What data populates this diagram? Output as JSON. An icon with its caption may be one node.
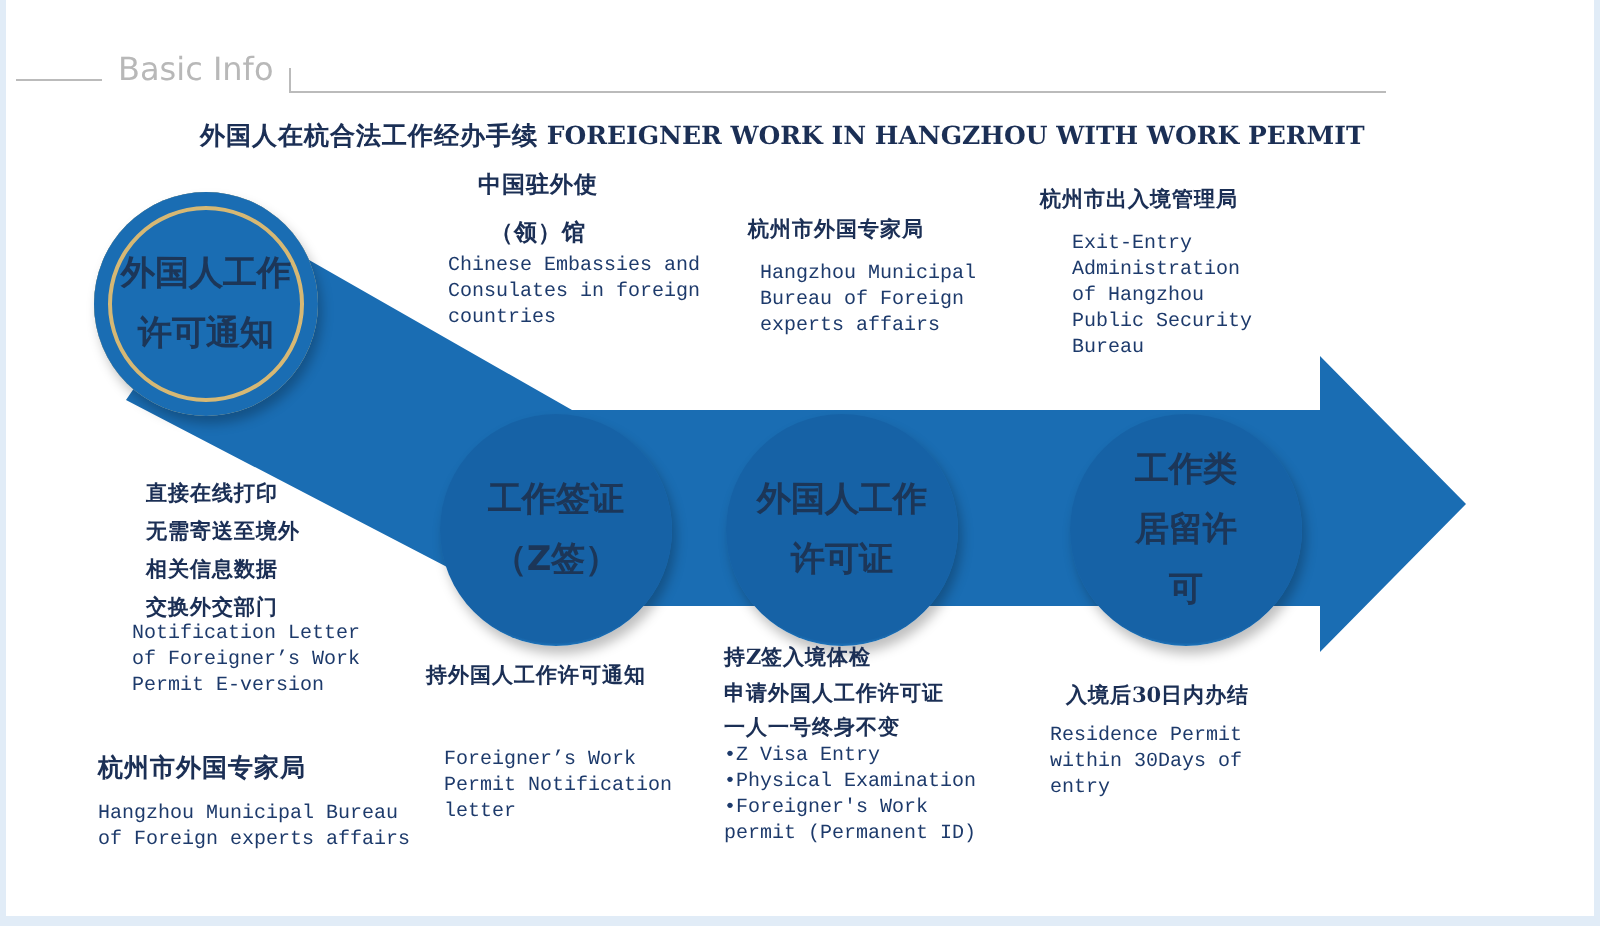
{
  "diagram": {
    "title": "外国人在杭合法工作经办手续 FOREIGNER WORK IN HANGZHOU WITH WORK PERMIT",
    "nodes": [
      {
        "text": [
          "外国人工作许可通知"
        ],
        "beside": [
          "直接在线打印",
          "无需寄送至境外",
          "相关信息数据",
          "交换外交部门",
          "Notification Letter of Foreigner’s Work Permit E-version",
          "杭州市外国专家局",
          "Hangzhou Municipal Bureau of Foreign experts affairs"
        ]
      },
      {
        "text": [
          "工作签证（Z签）"
        ],
        "beside": [
          "中国驻外使（领）馆",
          "Chinese Embassies and Consulates in foreign countries",
          "持外国人工作许可通知",
          "Foreigner’s Work Permit Notification letter"
        ]
      },
      {
        "text": [
          "外国人工作许可证"
        ],
        "beside": [
          "杭州市外国专家局",
          "Hangzhou Municipal Bureau of Foreign experts affairs",
          "持Z签入境体检",
          "申请外国人工作许可证",
          "一人一号终身不变",
          "•Z Visa Entry",
          "•Physical Examination",
          "•Foreigner's Work permit (Permanent ID)"
        ]
      },
      {
        "text": [
          "工作类居留许可"
        ],
        "beside": [
          "杭州市出入境管理局",
          "Exit-Entry Administration of Hangzhou Public Security Bureau",
          "入境后30日内办结",
          "Residence Permit within 30Days of entry"
        ]
      }
    ],
    "labels": [
      "Basic Info"
    ]
  }
}
